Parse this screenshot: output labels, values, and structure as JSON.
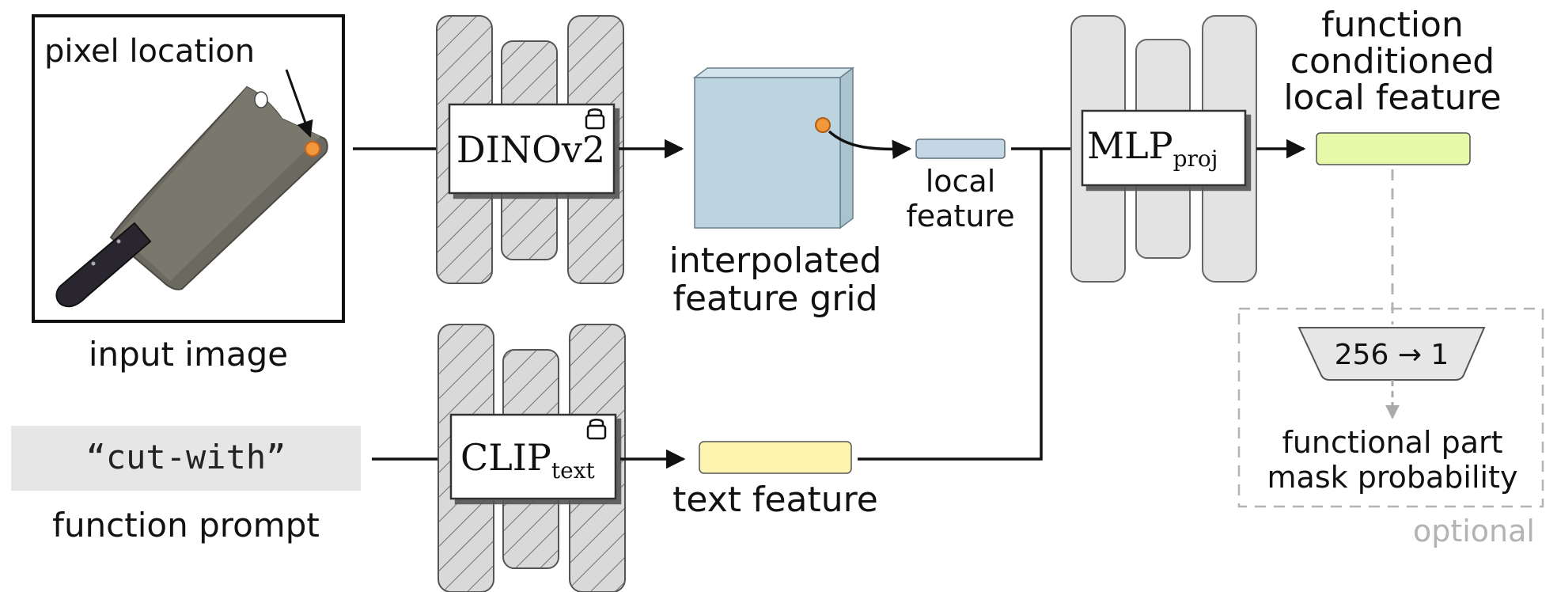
{
  "input": {
    "pixel_location_label": "pixel location",
    "image_caption": "input image",
    "prompt_text": "“cut-with”",
    "prompt_caption": "function prompt"
  },
  "encoders": {
    "image_encoder_name": "DINOv2",
    "text_encoder_name": "CLIP",
    "text_encoder_sub": "text"
  },
  "features": {
    "grid_label_line1": "interpolated",
    "grid_label_line2": "feature grid",
    "local_label_line1": "local",
    "local_label_line2": "feature",
    "text_feature_label": "text feature"
  },
  "projection": {
    "name": "MLP",
    "sub": "proj"
  },
  "output": {
    "label_line1": "function",
    "label_line2": "conditioned",
    "label_line3": "local feature",
    "head_label": "256 → 1",
    "mask_line1": "functional part",
    "mask_line2": "mask probability",
    "optional_label": "optional"
  },
  "colors": {
    "grid_fill": "#bcd4e0",
    "local_feature_fill": "#c3d8e4",
    "text_feature_fill": "#fdf4b0",
    "output_feature_fill": "#e6f9a8",
    "frozen_block_fill": "#d9d9d9",
    "mlp_block_fill": "#e3e3e3",
    "marker_fill": "#f0983a",
    "optional_gray": "#b3b3b3"
  },
  "icons": [
    "lock-icon",
    "knife-image"
  ]
}
